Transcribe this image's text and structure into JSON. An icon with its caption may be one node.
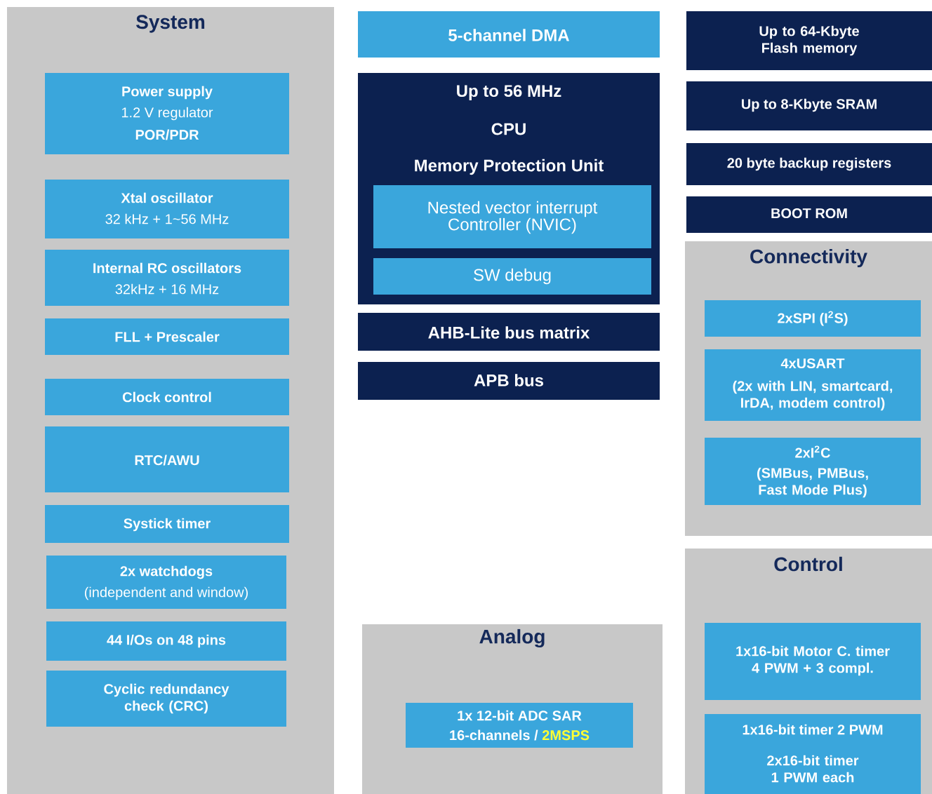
{
  "diagram": {
    "nodes": [
      {
        "text": [
          "System"
        ]
      },
      {
        "text": [
          "Power supply",
          "1.2 V regulator",
          "POR/PDR"
        ],
        "in": 0
      },
      {
        "text": [
          "Xtal oscillator",
          "32 kHz + 1~56 MHz"
        ],
        "in": 0
      },
      {
        "text": [
          "Internal RC oscillators",
          "32kHz + 16 MHz"
        ],
        "in": 0
      },
      {
        "text": [
          "FLL + Prescaler"
        ],
        "in": 0
      },
      {
        "text": [
          "Clock control"
        ],
        "in": 0
      },
      {
        "text": [
          "RTC/AWU"
        ],
        "in": 0
      },
      {
        "text": [
          "Systick timer"
        ],
        "in": 0
      },
      {
        "text": [
          "2x watchdogs",
          "(independent and window)"
        ],
        "in": 0
      },
      {
        "text": [
          "44 I/Os on 48 pins"
        ],
        "in": 0
      },
      {
        "text": [
          "Cyclic redundancy check (CRC)"
        ],
        "in": 0
      },
      {
        "text": [
          "5-channel DMA"
        ]
      },
      {
        "text": [
          "Up to 56 MHz",
          "CPU",
          "Memory Protection Unit"
        ]
      },
      {
        "text": [
          "Nested vector interrupt Controller (NVIC)"
        ],
        "in": 12
      },
      {
        "text": [
          "SW debug"
        ],
        "in": 12
      },
      {
        "text": [
          "AHB-Lite bus matrix"
        ]
      },
      {
        "text": [
          "APB bus"
        ]
      },
      {
        "text": [
          "Analog"
        ]
      },
      {
        "text": [
          "1x 12-bit ADC SAR",
          "16-channels /",
          "2MSPS"
        ],
        "in": 17
      },
      {
        "text": [
          "Up to 64-Kbyte Flash memory"
        ]
      },
      {
        "text": [
          "Up to 8-Kbyte SRAM"
        ]
      },
      {
        "text": [
          "20 byte backup registers"
        ]
      },
      {
        "text": [
          "BOOT ROM"
        ]
      },
      {
        "text": [
          "Connectivity"
        ]
      },
      {
        "text": [
          "2xSPI (I$^{2}$S)"
        ],
        "in": 23
      },
      {
        "text": [
          "4xUSART",
          "(2x with LIN, smartcard, IrDA, modem control)"
        ],
        "in": 23
      },
      {
        "text": [
          "2xI$^{2}$C",
          "(SMBus, PMBus, Fast Mode Plus)"
        ],
        "in": 23
      },
      {
        "text": [
          "Control"
        ]
      },
      {
        "text": [
          "1x16-bit Motor C. timer 4 PWM + 3 compl."
        ],
        "in": 27
      },
      {
        "text": [
          "1x16-bit timer 2 PWM",
          "2x16-bit timer 1 PWM each"
        ],
        "in": 27
      }
    ]
  }
}
